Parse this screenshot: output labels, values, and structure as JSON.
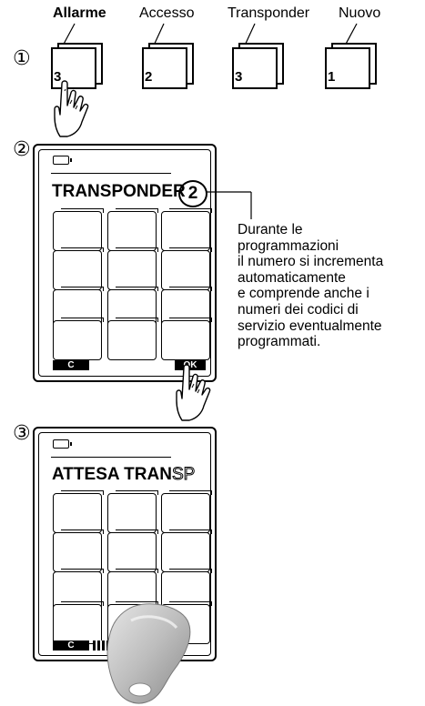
{
  "step1": {
    "number": "①",
    "menu": [
      {
        "label": "Allarme",
        "value": "3"
      },
      {
        "label": "Accesso",
        "value": "2"
      },
      {
        "label": "Transponder",
        "value": "3"
      },
      {
        "label": "Nuovo",
        "value": "1"
      }
    ]
  },
  "step2": {
    "number": "②",
    "screen_title": "TRANSPONDER",
    "counter": "2",
    "cancel_label": "C",
    "ok_label": "OK",
    "description": "Durante le\nprogrammazioni\nil numero si incrementa\nautomaticamente\ne comprende anche i\nnumeri dei codici di\nservizio eventualmente\nprogrammati."
  },
  "step3": {
    "number": "③",
    "screen_title": "ATTESA TRAN",
    "screen_title_cut": "SP",
    "cancel_label": "C"
  },
  "icons": [
    "hand-pointer-icon",
    "battery-icon",
    "transponder-keyfob-icon"
  ]
}
